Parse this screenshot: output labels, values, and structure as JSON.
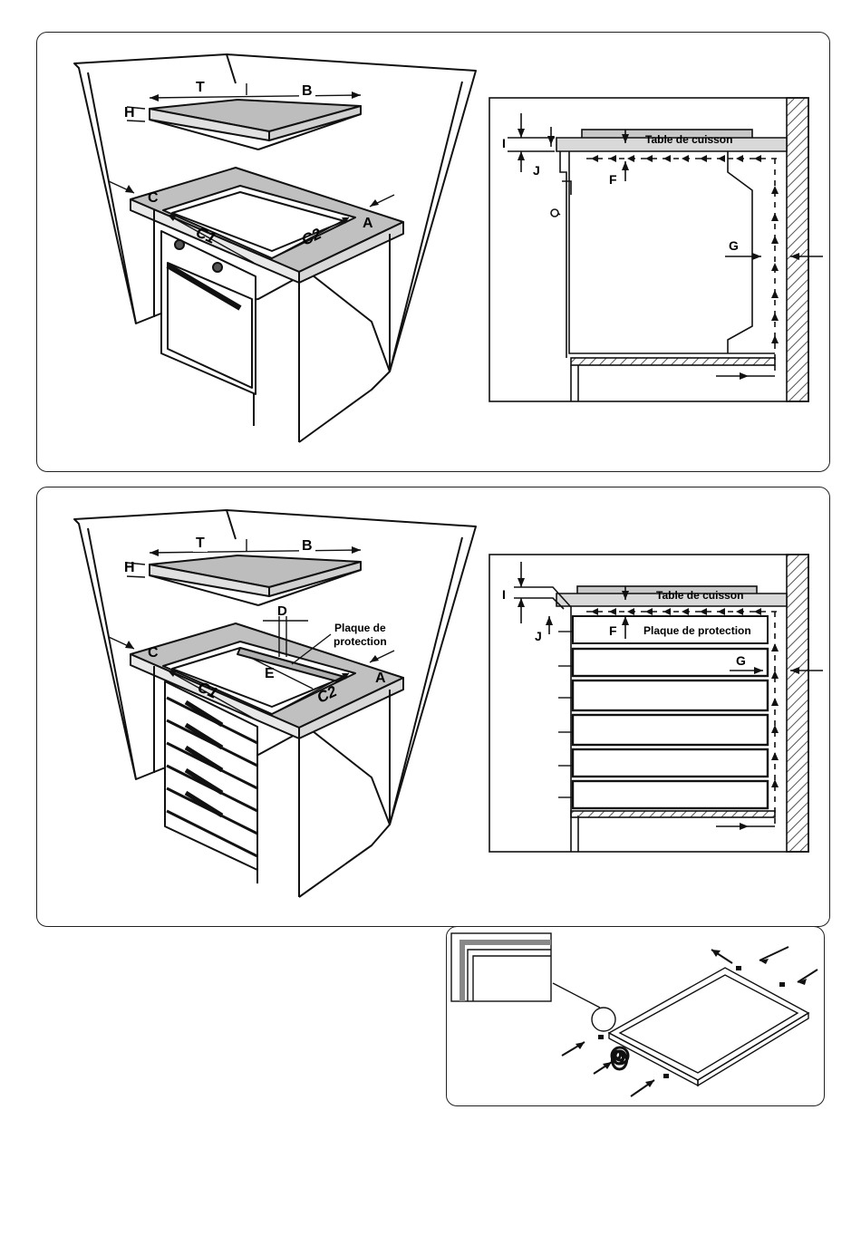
{
  "panel1": {
    "persp": {
      "T": "T",
      "B": "B",
      "H": "H",
      "C": "C",
      "A": "A",
      "C1": "C1",
      "C2": "C2"
    },
    "section": {
      "I": "I",
      "J": "J",
      "F": "F",
      "G": "G",
      "hob": "Table de cuisson"
    }
  },
  "panel2": {
    "persp": {
      "T": "T",
      "B": "B",
      "H": "H",
      "C": "C",
      "A": "A",
      "C1": "C1",
      "C2": "C2",
      "D": "D",
      "E": "E",
      "plaque1": "Plaque de",
      "plaque2": "protection"
    },
    "section": {
      "I": "I",
      "J": "J",
      "F": "F",
      "G": "G",
      "hob": "Table de cuisson",
      "plate": "Plaque de protection"
    }
  },
  "colors": {
    "stroke": "#111111",
    "panel_border": "#222222",
    "countertop": "#b9b9b9",
    "hob_fill": "#c8c8c8",
    "wall_hatch": "#666666"
  }
}
